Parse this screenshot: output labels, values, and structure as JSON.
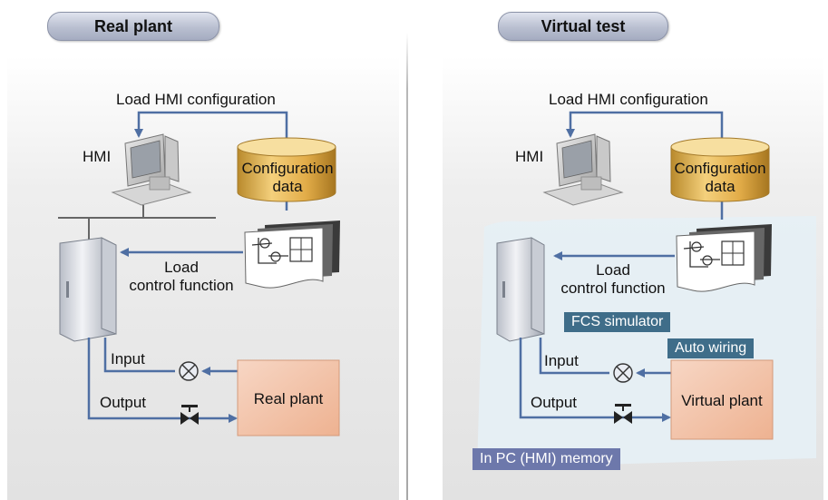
{
  "left_panel": {
    "title": "Real plant",
    "load_hmi": "Load HMI configuration",
    "hmi": "HMI",
    "config_line1": "Configuration",
    "config_line2": "data",
    "load_line1": "Load",
    "load_line2": "control function",
    "input": "Input",
    "output": "Output",
    "plant": "Real plant"
  },
  "right_panel": {
    "title": "Virtual test",
    "load_hmi": "Load HMI configuration",
    "hmi": "HMI",
    "config_line1": "Configuration",
    "config_line2": "data",
    "load_line1": "Load",
    "load_line2": "control function",
    "fcs_simulator": "FCS simulator",
    "auto_wiring": "Auto wiring",
    "input": "Input",
    "output": "Output",
    "plant": "Virtual plant",
    "memory": "In PC (HMI) memory"
  },
  "colors": {
    "arrow": "#4f6fa3",
    "plant_fill": "#f3c3a8",
    "cylinder": "#e6b450",
    "fcs_label": "#3f6d89",
    "memory_label": "#6d78ab"
  },
  "icons": [
    "computer-icon",
    "database-icon",
    "function-diagram-icon",
    "controller-cabinet-icon",
    "sensor-icon",
    "valve-icon"
  ]
}
